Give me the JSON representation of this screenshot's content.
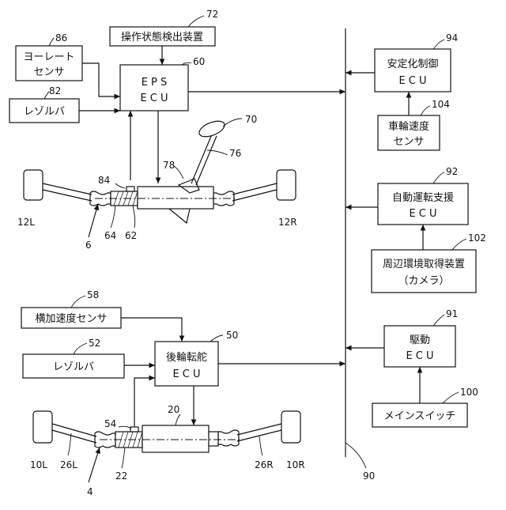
{
  "blocks": {
    "sensor_86": {
      "ref": "86",
      "line1": "ヨーレート",
      "line2": "センサ"
    },
    "sensor_72": {
      "ref": "72",
      "label": "操作状態検出装置"
    },
    "ecu_60": {
      "ref": "60",
      "line1": "E P S",
      "line2": "E C U"
    },
    "resolver_82": {
      "ref": "82",
      "label": "レゾルバ"
    },
    "ecu_94": {
      "ref": "94",
      "line1": "安定化制御",
      "line2": "E C U"
    },
    "sensor_104": {
      "ref": "104",
      "line1": "車輪速度",
      "line2": "センサ"
    },
    "ecu_92": {
      "ref": "92",
      "line1": "自動運転支援",
      "line2": "E C U"
    },
    "device_102": {
      "ref": "102",
      "line1": "周辺環境取得装置",
      "line2": "（カメラ）"
    },
    "ecu_91": {
      "ref": "91",
      "line1": "駆動",
      "line2": "E C U"
    },
    "switch_100": {
      "ref": "100",
      "label": "メインスイッチ"
    },
    "sensor_58": {
      "ref": "58",
      "label": "横加速度センサ"
    },
    "resolver_52": {
      "ref": "52",
      "label": "レゾルバ"
    },
    "ecu_50": {
      "ref": "50",
      "line1": "後輪転舵",
      "line2": "E C U"
    }
  },
  "front_axle": {
    "wheel_left": "12L",
    "wheel_right": "12R",
    "steering_wheel": "70",
    "column": "76",
    "gearbox": "78",
    "motor_sensor": "84",
    "motor": "64",
    "reducer": "62",
    "device": "6"
  },
  "rear_axle": {
    "wheel_left": "10L",
    "wheel_right": "10R",
    "tierod_left": "26L",
    "tierod_right": "26R",
    "actuator": "20",
    "motor_sensor": "54",
    "motor": "22",
    "device": "4"
  },
  "network": {
    "ref": "90"
  }
}
